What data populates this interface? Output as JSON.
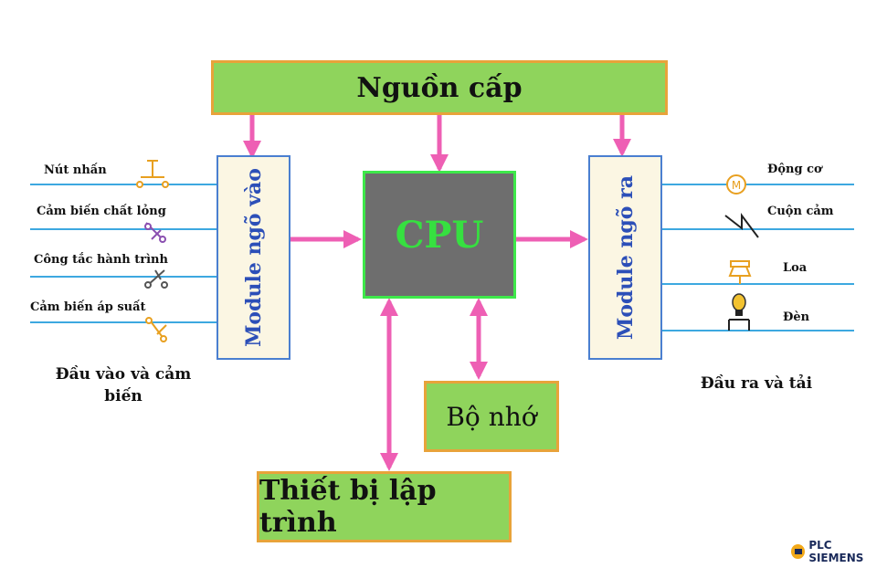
{
  "power": "Nguồn cấp",
  "cpu": "CPU",
  "input_module": "Module ngõ vào",
  "output_module": "Module ngõ ra",
  "memory": "Bộ nhớ",
  "programmer": "Thiết bị lập trình",
  "inputs": [
    "Nút nhấn",
    "Cảm biến chất lỏng",
    "Công tắc hành trình",
    "Cảm biến áp suất"
  ],
  "outputs": [
    "Động cơ",
    "Cuộn cảm",
    "Loa",
    "Đèn"
  ],
  "motor_symbol": "M",
  "input_caption_line1": "Đầu vào và cảm",
  "input_caption_line2": "biến",
  "output_caption": "Đầu ra và tải",
  "logo_text": "PLC SIEMENS",
  "colors": {
    "arrow": "#ee5fb4",
    "wire": "#3da8e0",
    "box_fill": "#8fd45c",
    "box_border": "#e8a33a",
    "module_border": "#4a7fd0",
    "cpu_fill": "#6e6e6e",
    "cpu_text": "#36e040"
  }
}
